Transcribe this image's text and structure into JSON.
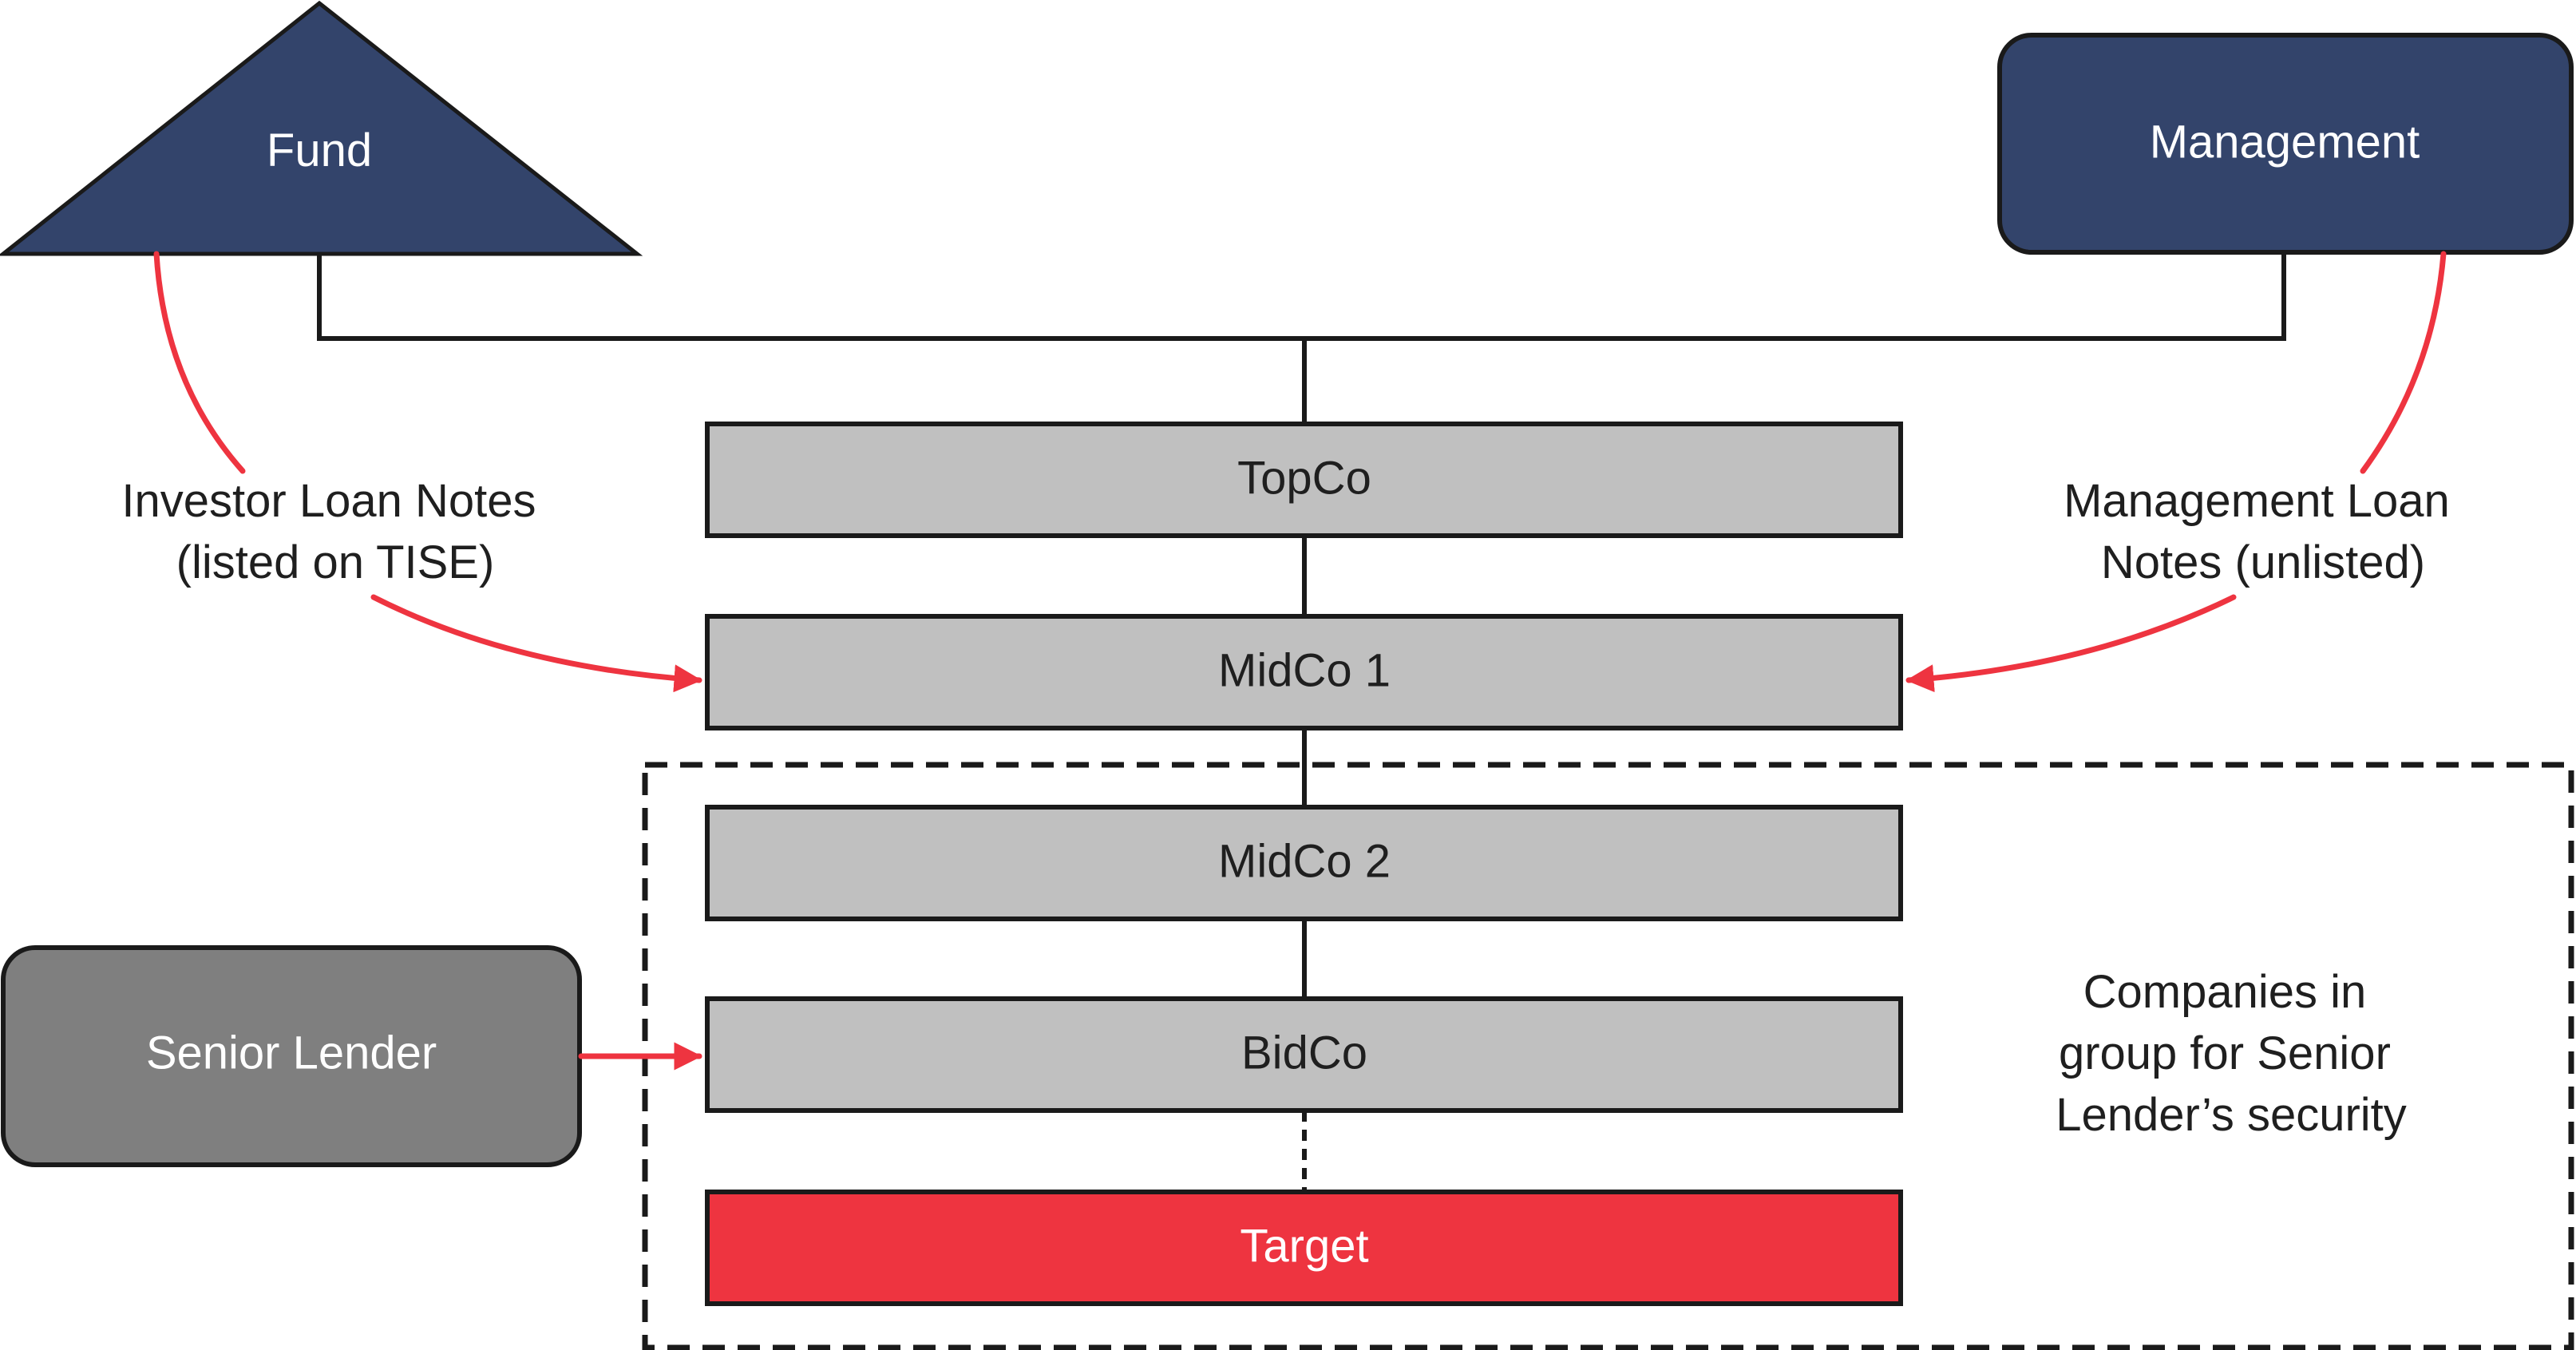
{
  "nodes": {
    "fund": "Fund",
    "management": "Management",
    "topco": "TopCo",
    "midco1": "MidCo 1",
    "midco2": "MidCo 2",
    "bidco": "BidCo",
    "target": "Target",
    "senior_lender": "Senior Lender"
  },
  "annotations": {
    "investor_notes": [
      "Investor Loan Notes",
      "(listed on TISE)"
    ],
    "management_notes": [
      "Management Loan",
      "Notes (unlisted)"
    ],
    "security_group": [
      "Companies in",
      "group for Senior",
      "Lender’s security"
    ]
  },
  "colors": {
    "navy": "#33446b",
    "grey_box": "#c0c0c0",
    "dark_grey": "#7f7f7f",
    "target_red": "#ee3440",
    "arrow_red": "#ee3440",
    "line": "#1a1a1a"
  }
}
